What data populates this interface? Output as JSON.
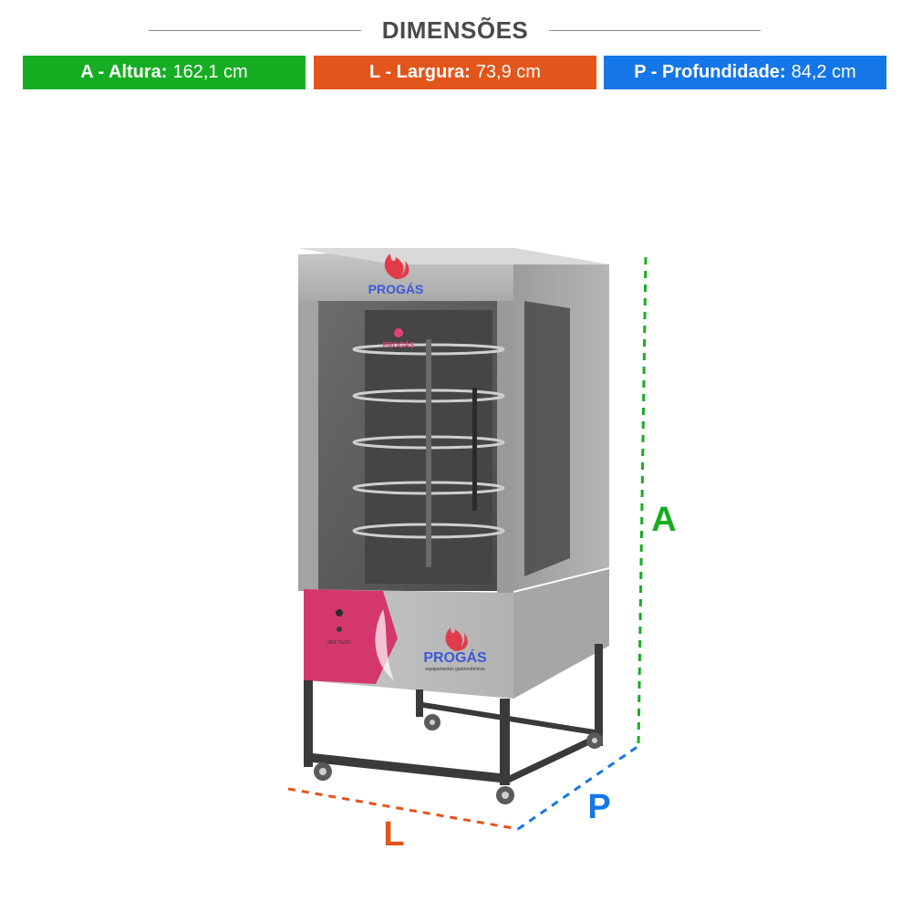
{
  "header": {
    "title": "DIMENSÕES"
  },
  "dimensions": [
    {
      "key_label": "A - Altura:",
      "value": "162,1 cm",
      "color": "#17ad22"
    },
    {
      "key_label": "L - Largura:",
      "value": "73,9 cm",
      "color": "#e2551b"
    },
    {
      "key_label": "P - Profundidade:",
      "value": "84,2 cm",
      "color": "#1576e8"
    }
  ],
  "illustration": {
    "brand_top": "PROGÁS",
    "brand_inner": "PROGÁS",
    "brand_panel": "PROGÁS",
    "brand_panel_sub": "equipamentos gastronômicos",
    "control_label": "MULTIUSO",
    "axis_height_label": "A",
    "axis_width_label": "L",
    "axis_depth_label": "P",
    "colors": {
      "height_axis": "#17ad22",
      "width_axis": "#e2551b",
      "depth_axis": "#1576e8",
      "panel_pink": "#d4376e"
    }
  }
}
